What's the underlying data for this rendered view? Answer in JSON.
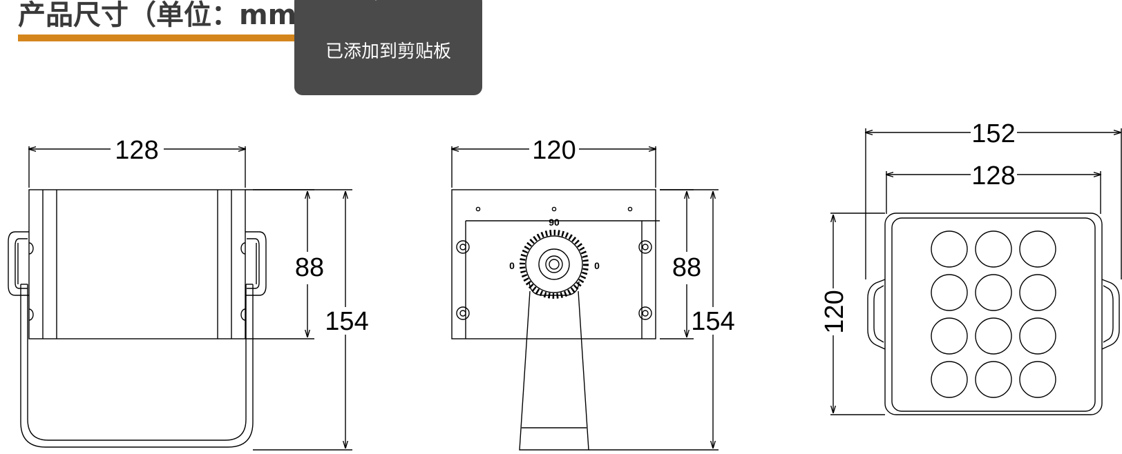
{
  "title": "产品尺寸（单位：mm",
  "accent_color": "#d4861c",
  "toast": {
    "icon": "check-icon",
    "message": "已添加到剪贴板"
  },
  "views": {
    "front": {
      "width": "128",
      "body_height": "88",
      "total_height": "154"
    },
    "side": {
      "width": "120",
      "body_height": "88",
      "total_height": "154",
      "angle_top": "90",
      "angle_left": "0",
      "angle_right": "0"
    },
    "lens": {
      "outer_width": "152",
      "inner_width": "128",
      "height": "120"
    }
  }
}
